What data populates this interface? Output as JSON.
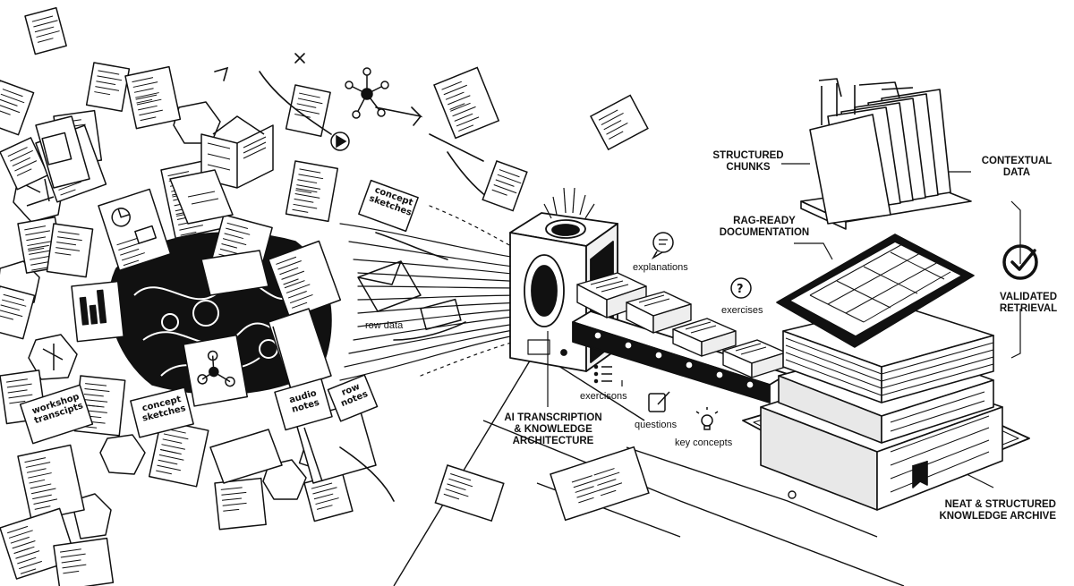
{
  "labels": {
    "structured_chunks": "STRUCTURED\nCHUNKS",
    "contextual_data": "CONTEXTUAL\nDATA",
    "rag_ready": "RAG-READY\nDOCUMENTATION",
    "validated_retrieval": "VALIDATED\nRETRIEVAL",
    "ai_transcription": "AI TRANSCRIPTION\n& KNOWLEDGE\nARCHITECTURE",
    "archive": "NEAT & STRUCTURED\nKNOWLEDGE ARCHIVE"
  },
  "small_labels": {
    "explanations": "explanations",
    "exercises": "exercises",
    "exercisons": "exercisons",
    "questions": "questions",
    "key_concepts": "key concepts",
    "row_data": "row data"
  },
  "handwritten": {
    "concept_sketches_top": "concept\nsketches",
    "concept_sketches_bottom": "concept\nsketches",
    "workshop_transcripts": "workshop\ntranscipts",
    "audio_notes": "audio\nnotes",
    "row_notes": "row\nnotes"
  },
  "colors": {
    "ink": "#111111",
    "paper": "#ffffff",
    "shade": "#e8e8e8"
  }
}
